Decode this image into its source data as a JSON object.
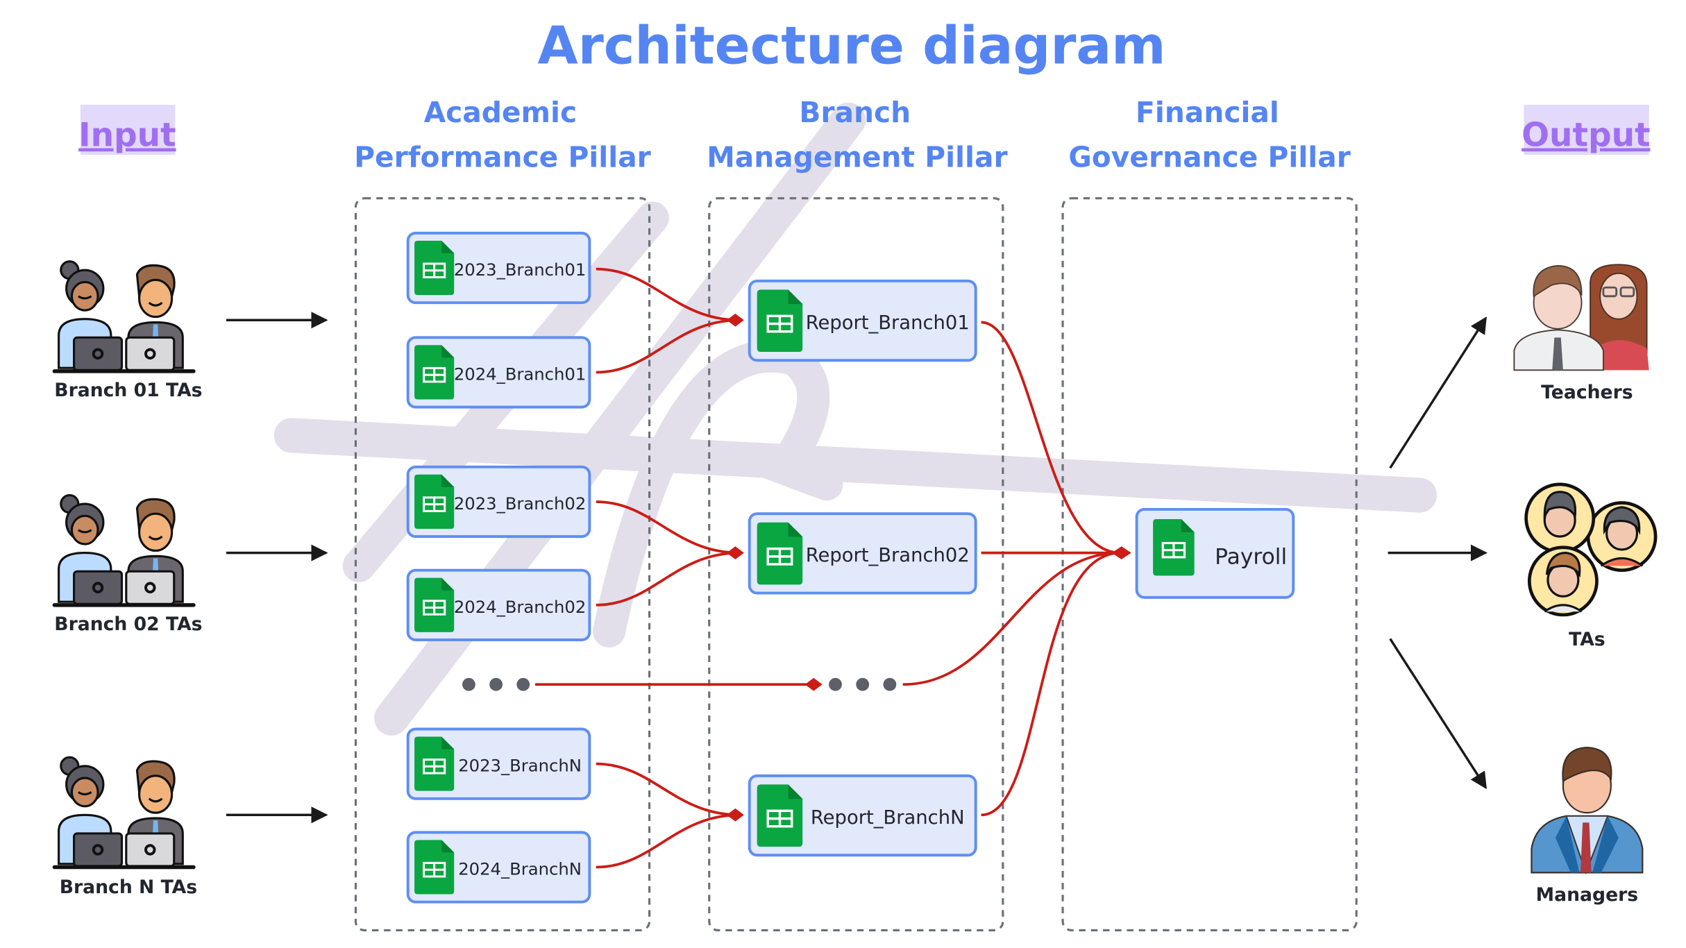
{
  "title": "Architecture diagram",
  "input_label": "Input",
  "output_label": "Output",
  "pillars": [
    {
      "line1": "Academic",
      "line2": "Performance Pillar"
    },
    {
      "line1": "Branch",
      "line2": "Management Pillar"
    },
    {
      "line1": "Financial",
      "line2": "Governance Pillar"
    }
  ],
  "inputs": [
    {
      "label": "Branch 01 TAs",
      "icon": "tas-with-laptops-icon"
    },
    {
      "label": "Branch 02 TAs",
      "icon": "tas-with-laptops-icon"
    },
    {
      "label": "Branch N TAs",
      "icon": "tas-with-laptops-icon"
    }
  ],
  "academic_sheets": [
    {
      "label": "2023_Branch01",
      "icon": "google-sheets-icon"
    },
    {
      "label": "2024_Branch01",
      "icon": "google-sheets-icon"
    },
    {
      "label": "2023_Branch02",
      "icon": "google-sheets-icon"
    },
    {
      "label": "2024_Branch02",
      "icon": "google-sheets-icon"
    },
    {
      "label": "2023_BranchN",
      "icon": "google-sheets-icon"
    },
    {
      "label": "2024_BranchN",
      "icon": "google-sheets-icon"
    }
  ],
  "reports": [
    {
      "label": "Report_Branch01",
      "icon": "google-sheets-icon"
    },
    {
      "label": "Report_Branch02",
      "icon": "google-sheets-icon"
    },
    {
      "label": "Report_BranchN",
      "icon": "google-sheets-icon"
    }
  ],
  "payroll": {
    "label": "Payroll",
    "icon": "google-sheets-icon"
  },
  "ellipsis": "•••",
  "outputs": [
    {
      "label": "Teachers",
      "icon": "teachers-icon"
    },
    {
      "label": "TAs",
      "icon": "tas-group-icon"
    },
    {
      "label": "Managers",
      "icon": "manager-icon"
    }
  ],
  "colors": {
    "title": "#5585f2",
    "io_label": "#a06ff0",
    "io_highlight": "#e3d9fb",
    "node_fill": "#e1e9fb",
    "node_border": "#5f8ef3",
    "flow_line": "#cc1c16",
    "sheets_green": "#0aa642",
    "watermark": "#e2dfea"
  }
}
